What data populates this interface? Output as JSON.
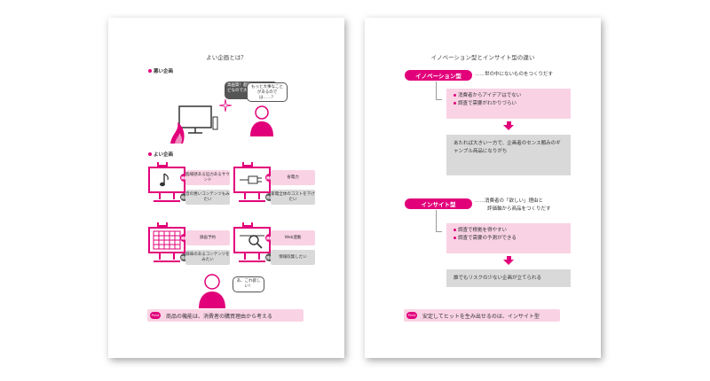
{
  "left_page": {
    "title": "よい企画とは？",
    "bad_section": "悪い企画",
    "bad_tv_bubble": "高画質！超軽量！薄型テレビなので大画面でも大丈夫",
    "bad_person_bubble": "もっと大事なことがあるのでは……？",
    "good_section": "よい企画",
    "items": [
      {
        "tag": "機能",
        "feature": "臨場感ある迫力あるサウンド",
        "reason_tag": "理由",
        "reason": "音の悪いコンテンツもみたい",
        "icon": "music-note-icon"
      },
      {
        "tag": "機能",
        "feature": "省電力",
        "reason_tag": "理由",
        "reason": "家電全体のコストを下げたい",
        "icon": "plug-icon"
      },
      {
        "tag": "機能",
        "feature": "録画予約",
        "reason_tag": "理由",
        "reason": "興味のあるコンテンツをみたい",
        "icon": "calendar-icon"
      },
      {
        "tag": "機能",
        "feature": "Web連動",
        "reason_tag": "理由",
        "reason": "情報収集したい",
        "icon": "search-icon"
      }
    ],
    "happy_bubble": "あ、これ欲しい！",
    "point_label": "Point",
    "footer_text": "商品の機能は、消費者の購買理由から考える"
  },
  "right_page": {
    "title": "イノベーション型とインサイト型の違い",
    "innovation": {
      "label": "イノベーション型",
      "desc": "……世の中にないものをつくりだす",
      "points": [
        "消費者からアイデアはでない",
        "調査で需要がわかりづらい"
      ],
      "result": "あたれば大きい一方で、企画者のセンス頼みのギャンブル商品になりがち"
    },
    "insight": {
      "label": "インサイト型",
      "desc_line1": "……消費者の「欲しい」理由と",
      "desc_line2": "評価軸から商品をつくりだす",
      "points": [
        "調査で根拠を得やすい",
        "調査で需要の予測ができる"
      ],
      "result": "誰でもリスクの少ない企画が立てられる"
    },
    "point_label": "Point",
    "footer_text": "安定してヒットを生み出せるのは、インサイト型"
  },
  "colors": {
    "accent": "#e2007a",
    "accent_light": "#f9d3e4",
    "gray_box": "#d9d9d9",
    "dark": "#555555"
  }
}
